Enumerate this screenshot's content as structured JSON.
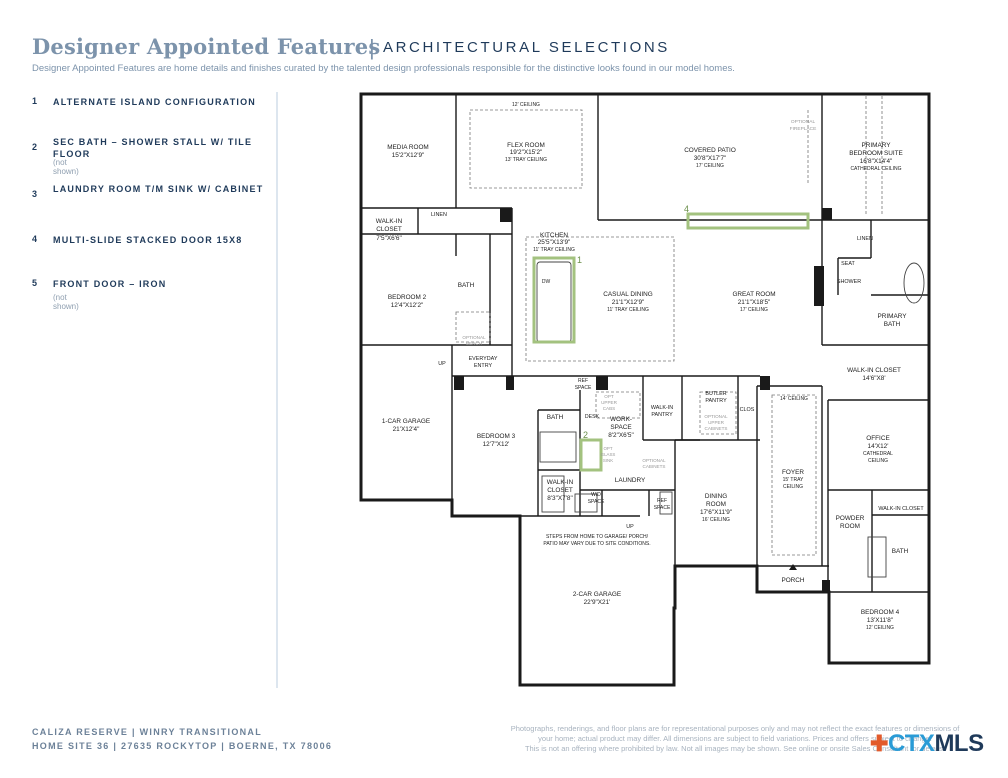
{
  "header": {
    "title": "Designer Appointed Features",
    "subtitle": "ARCHITECTURAL SELECTIONS",
    "description": "Designer Appointed Features are home details and finishes curated by the talented design professionals responsible for the distinctive looks found in our model homes."
  },
  "features": [
    {
      "num": "1",
      "text": "ALTERNATE ISLAND CONFIGURATION",
      "note": ""
    },
    {
      "num": "2",
      "text": "SEC BATH – SHOWER STALL W/ TILE FLOOR",
      "note": "(not shown)"
    },
    {
      "num": "3",
      "text": "LAUNDRY ROOM T/M SINK W/ CABINET",
      "note": ""
    },
    {
      "num": "4",
      "text": "MULTI-SLIDE STACKED DOOR 15X8",
      "note": ""
    },
    {
      "num": "5",
      "text": "FRONT DOOR – IRON",
      "note": "(not shown)"
    }
  ],
  "rooms": {
    "media": {
      "name": "MEDIA ROOM",
      "dim": "15'2\"X12'9\""
    },
    "flex": {
      "name": "FLEX ROOM",
      "dim": "19'2\"X15'2\"",
      "note": "13' TRAY CEILING",
      "top": "12' CEILING"
    },
    "patio": {
      "name": "COVERED PATIO",
      "dim": "30'8\"X17'7\"",
      "note": "17' CEILING"
    },
    "fireplace": {
      "line1": "OPTIONAL",
      "line2": "FIREPLACE"
    },
    "primary_suite": {
      "name1": "PRIMARY",
      "name2": "BEDROOM SUITE",
      "dim": "16'8\"X14'4\"",
      "note": "CATHEDRAL CEILING"
    },
    "walkin1": {
      "name1": "WALK-IN",
      "name2": "CLOSET",
      "dim": "7'5\"X6'6\""
    },
    "linen1": "LINEN",
    "kitchen": {
      "name": "KITCHEN",
      "dim": "25'5\"X13'9\"",
      "note": "11' TRAY CEILING"
    },
    "dw": "DW",
    "casual": {
      "name": "CASUAL DINING",
      "dim": "21'1\"X12'9\"",
      "note": "11' TRAY CEILING"
    },
    "great": {
      "name": "GREAT ROOM",
      "dim": "21'1\"X18'5\"",
      "note": "17' CEILING"
    },
    "linen2": "LINEN",
    "seat": "SEAT",
    "shower": "SHOWER",
    "primary_bath": {
      "name1": "PRIMARY",
      "name2": "BATH"
    },
    "bedroom2": {
      "name": "BEDROOM 2",
      "dim": "12'4\"X12'2\""
    },
    "bath1": "BATH",
    "opt_bench": {
      "line1": "OPTIONAL",
      "line2": "BENCH"
    },
    "everyday": {
      "line1": "EVERYDAY",
      "line2": "ENTRY"
    },
    "up1": "UP",
    "walkin2": {
      "name": "WALK-IN CLOSET",
      "dim": "14'6\"X8'"
    },
    "garage1": {
      "name": "1-CAR GARAGE",
      "dim": "21'X12'4\""
    },
    "bedroom3": {
      "name": "BEDROOM 3",
      "dim": "12'7\"X12'"
    },
    "bath2": "BATH",
    "ref1": {
      "line1": "REF",
      "line2": "SPACE"
    },
    "opt_upper": {
      "line1": "OPT",
      "line2": "UPPER",
      "line3": "CABS"
    },
    "desk": "DESK",
    "workspace": {
      "name1": "WORK-",
      "name2": "SPACE",
      "dim": "8'2\"X6'5\""
    },
    "walkin_pantry": {
      "line1": "WALK-IN",
      "line2": "PANTRY"
    },
    "butler": {
      "line1": "BUTLER",
      "line2": "PANTRY"
    },
    "opt_upper2": {
      "line1": "OPTIONAL",
      "line2": "UPPER",
      "line3": "CABINETS"
    },
    "clos": "CLOS",
    "foyer_ceiling": "14' CEILING",
    "office": {
      "name": "OFFICE",
      "dim": "14'X12'",
      "note1": "CATHEDRAL",
      "note2": "CEILING"
    },
    "laundry": "LAUNDRY",
    "opt_cabinets": {
      "line1": "OPTIONAL",
      "line2": "CABINETS"
    },
    "opt_glass": {
      "line1": "OPT",
      "line2": "GLASS",
      "line3": "SINK"
    },
    "walkin3": {
      "name1": "WALK-IN",
      "name2": "CLOSET",
      "dim": "8'3\"X7'8\""
    },
    "wd": {
      "line1": "W/D",
      "line2": "SPACE"
    },
    "ref2": {
      "line1": "REF",
      "line2": "SPACE"
    },
    "dining": {
      "name1": "DINING",
      "name2": "ROOM",
      "dim": "17'6\"X11'9\"",
      "note": "16' CEILING"
    },
    "foyer": {
      "name": "FOYER",
      "note1": "15' TRAY",
      "note2": "CEILING"
    },
    "powder": {
      "name1": "POWDER",
      "name2": "ROOM"
    },
    "walkin4": "WALK-IN CLOSET",
    "bath3": "BATH",
    "up2": "UP",
    "steps_note": {
      "line1": "STEPS FROM HOME TO GARAGE/ PORCH/",
      "line2": "PATIO MAY VARY DUE TO SITE CONDITIONS."
    },
    "garage2": {
      "name": "2-CAR GARAGE",
      "dim": "22'9\"X21'"
    },
    "porch": "PORCH",
    "bedroom4": {
      "name": "BEDROOM 4",
      "dim": "13'X11'8\"",
      "note": "12' CEILING"
    }
  },
  "markers": {
    "m1": "1",
    "m2": "2",
    "m4": "4"
  },
  "footer": {
    "line1": "CALIZA RESERVE  |  WINRY TRANSITIONAL",
    "line2": "HOME SITE 36  |  27635 ROCKYTOP  |  BOERNE, TX 78006",
    "disclaimer1": "Photographs, renderings, and floor plans are for representational purposes only and may not reflect the exact features or dimensions of",
    "disclaimer2": "your home; actual product may differ. All dimensions are subject to field variations. Prices and offers subject to change.",
    "disclaimer3": "This is not an offering where prohibited by law. Not all images may be shown. See online or onsite Sales Consultant for details."
  },
  "logo": {
    "ctx": "CTX",
    "mls": "MLS"
  },
  "colors": {
    "navy": "#1f3a5a",
    "slate": "#7c93ab",
    "highlight": "#a3c27f"
  }
}
